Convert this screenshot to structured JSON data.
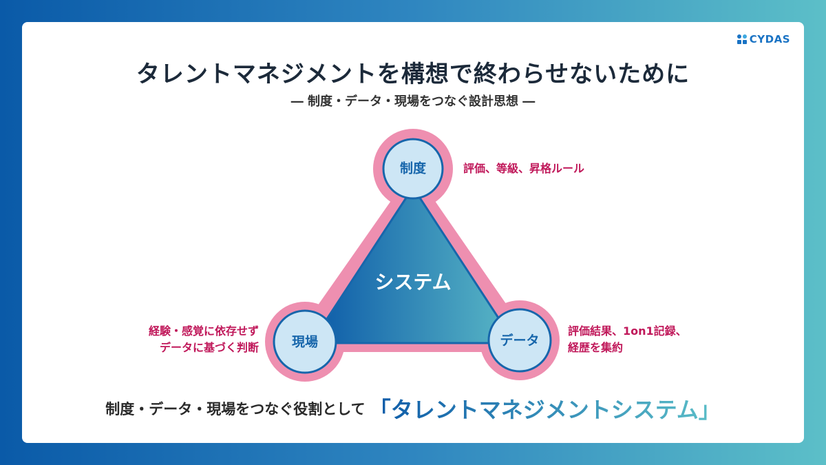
{
  "logo": {
    "text": "CYDAS"
  },
  "title": "タレントマネジメントを構想で終わらせないために",
  "subtitle": "― 制度・データ・現場をつなぐ設計思想 ―",
  "diagram": {
    "center": "システム",
    "nodes": {
      "top": "制度",
      "left": "現場",
      "right": "データ"
    },
    "notes": {
      "top": "評価、等級、昇格ルール",
      "left_line1": "経験・感覚に依存せず",
      "left_line2": "データに基づく判断",
      "right_line1": "評価結果、1on1記録、",
      "right_line2": "経歴を集約"
    }
  },
  "bottom": {
    "lead": "制度・データ・現場をつなぐ役割として",
    "highlight": "「タレントマネジメントシステム」"
  },
  "colors": {
    "pink": "#ee8fb0",
    "node_fill": "#cde6f5",
    "node_stroke": "#1766ab",
    "accent": "#c0185a"
  }
}
